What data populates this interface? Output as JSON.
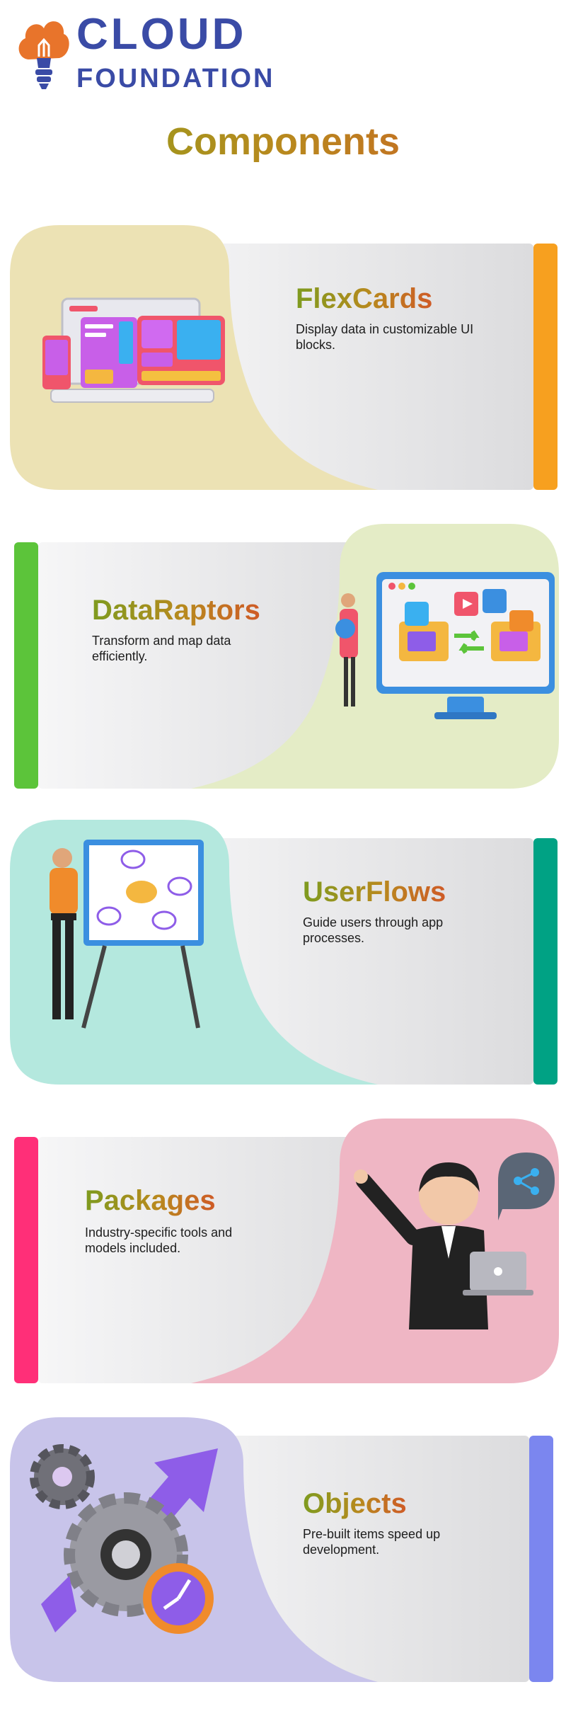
{
  "logo": {
    "line1": "CLOUD",
    "line2": "FOUNDATION"
  },
  "heading": "Components",
  "colors": {
    "logo_blue": "#3a4ba6",
    "logo_orange": "#e8742b",
    "title_gradient": [
      "#7e9b1f",
      "#b8891e",
      "#cf5a26"
    ]
  },
  "cards": [
    {
      "title": "FlexCards",
      "desc": "Display data in customizable UI blocks.",
      "accent": "#f7a01f",
      "blob": "#ece2b4",
      "icon": "ui-blocks-illustration"
    },
    {
      "title": "DataRaptors",
      "desc": "Transform and map data efficiently.",
      "accent": "#5cc43a",
      "blob": "#e4ecc6",
      "icon": "data-transfer-monitor-illustration"
    },
    {
      "title": "UserFlows",
      "desc": "Guide users through app processes.",
      "accent": "#00a284",
      "blob": "#b4e8de",
      "icon": "mind-map-presenter-illustration"
    },
    {
      "title": "Packages",
      "desc": "Industry-specific tools and models included.",
      "accent": "#ff2f78",
      "blob": "#efb6c4",
      "icon": "businessman-laptop-illustration"
    },
    {
      "title": "Objects",
      "desc": "Pre-built items speed up development.",
      "accent": "#7b86ef",
      "blob": "#c8c4ea",
      "icon": "gears-clock-illustration"
    }
  ]
}
